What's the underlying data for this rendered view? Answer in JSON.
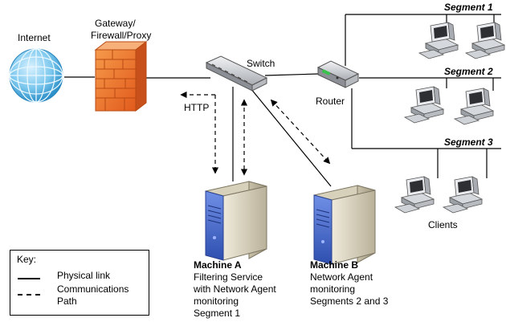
{
  "labels": {
    "internet": "Internet",
    "gateway_line1": "Gateway/",
    "gateway_line2": "Firewall/Proxy",
    "switch": "Switch",
    "router": "Router",
    "http": "HTTP",
    "segment1": "Segment 1",
    "segment2": "Segment 2",
    "segment3": "Segment 3",
    "clients": "Clients"
  },
  "machine_a": {
    "title": "Machine A",
    "lines": [
      "Filtering Service",
      "with Network Agent",
      "monitoring",
      "Segment 1"
    ]
  },
  "machine_b": {
    "title": "Machine B",
    "lines": [
      "Network Agent",
      "monitoring",
      "Segments 2 and 3"
    ]
  },
  "key": {
    "title": "Key:",
    "physical": "Physical link",
    "comm_line1": "Communications",
    "comm_line2": "Path"
  },
  "colors": {
    "globe": "#3aa0d8",
    "firewall": "#ee6a25",
    "server_blue": "#3f63c9",
    "server_body": "#c7c0aa",
    "device_gray": "#9aa0a6"
  },
  "icons": [
    "globe-icon",
    "firewall-icon",
    "switch-icon",
    "router-icon",
    "server-icon",
    "desktop-computer-icon"
  ]
}
